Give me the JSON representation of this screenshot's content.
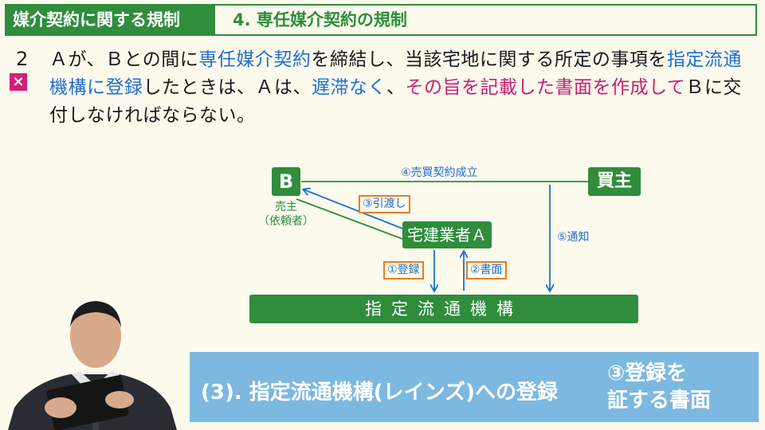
{
  "header": {
    "tag": "媒介契約に関する規制",
    "title": "4. 専任媒介契約の規制"
  },
  "question": {
    "number": "2",
    "mark": "×",
    "parts": [
      "Ａが、Ｂとの間に",
      "専任媒介契約",
      "を締結し、当該宅地に関する所定の事項を",
      "指定流通機構に登録",
      "したときは、Ａは、",
      "遅滞なく",
      "、",
      "その旨を記載した書面を作成して",
      "Ｂに交付しなければならない。"
    ]
  },
  "diagram": {
    "seller_box": "B",
    "seller_label_1": "売主",
    "seller_label_2": "（依頼者）",
    "buyer_box": "買主",
    "agent_box": "宅建業者Ａ",
    "reins_box": "指定流通機構",
    "step1": "①登録",
    "step2": "②書面",
    "step3": "③引渡し",
    "step4": "④売買契約成立",
    "step5": "⑤通知"
  },
  "banner": {
    "main": "(3). 指定流通機構(レインズ)への登録",
    "side_1": "③登録を",
    "side_2": "証する書面"
  },
  "colors": {
    "green": "#2f8d3c",
    "blue": "#1f6fd1",
    "magenta": "#c81e74",
    "orange": "#e87d1e",
    "banner": "#7db8e0"
  }
}
